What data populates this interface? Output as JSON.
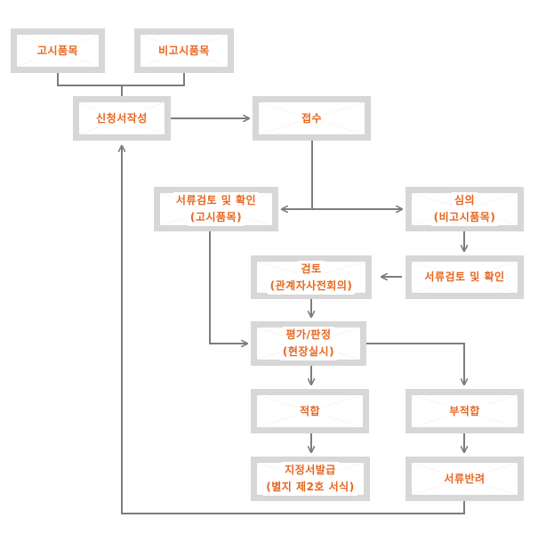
{
  "nodes": {
    "notified_items": "고시품목",
    "non_notified_items": "비고시품목",
    "application": "신청서작성",
    "receipt": "접수",
    "doc_review_notified": [
      "서류검토 및 확인",
      "(고시품목)"
    ],
    "deliberation": [
      "심의",
      "(비고시품목)"
    ],
    "review_committee": [
      "검토",
      "(관계자사전회의)"
    ],
    "doc_review": "서류검토 및 확인",
    "evaluation": [
      "평가/판정",
      "(현장실시)"
    ],
    "suitable": "적합",
    "unsuitable": "부적합",
    "certificate": [
      "지정서발급",
      "(별지 제2호 서식)"
    ],
    "return_docs": "서류반려"
  },
  "colors": {
    "text": "#e8661f",
    "box_border": "#d7d7d7",
    "connector": "#7d7d7d"
  }
}
